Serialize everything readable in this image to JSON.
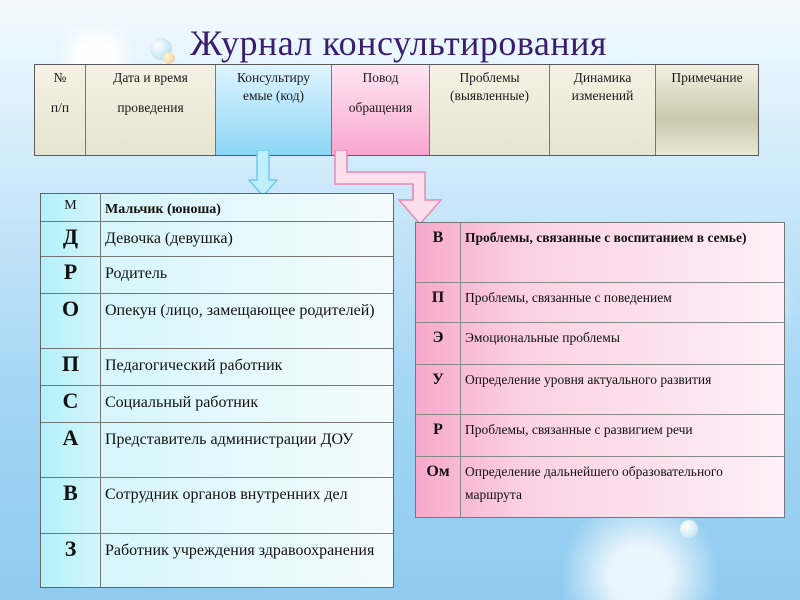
{
  "title": "Журнал консультирования",
  "header": {
    "columns": [
      {
        "lines": [
          "№",
          "п/п"
        ]
      },
      {
        "lines": [
          "Дата и время",
          "проведения"
        ]
      },
      {
        "lines": [
          "Консультиру",
          "емые (код)"
        ]
      },
      {
        "lines": [
          "Повод",
          "обращения"
        ]
      },
      {
        "lines": [
          "Проблемы",
          "(выявленные)"
        ]
      },
      {
        "lines": [
          "Динамика",
          "изменений"
        ]
      },
      {
        "lines": [
          "Примечание"
        ]
      }
    ]
  },
  "left_table": {
    "rows": [
      {
        "code": "М",
        "text": "Мальчик (юноша)"
      },
      {
        "code": "Д",
        "text": "Девочка (девушка)"
      },
      {
        "code": "Р",
        "text": "Родитель"
      },
      {
        "code": "О",
        "text": "Опекун (лицо, замещающее родителей)"
      },
      {
        "code": "П",
        "text": "Педагогический работник"
      },
      {
        "code": "С",
        "text": "Социальный работник"
      },
      {
        "code": "А",
        "text": "Представитель администрации ДОУ"
      },
      {
        "code": "В",
        "text": "Сотрудник органов внутренних дел"
      },
      {
        "code": "З",
        "text": "Работник учреждения здравоохранения"
      }
    ]
  },
  "right_table": {
    "rows": [
      {
        "code": "В",
        "text": "Проблемы, связанные с воспитанием в семье)"
      },
      {
        "code": "П",
        "text": "Проблемы, связанные с поведением"
      },
      {
        "code": "Э",
        "text": "Эмоциональные проблемы"
      },
      {
        "code": "У",
        "text": "Определение уровня актуального развития"
      },
      {
        "code": "Р",
        "text": "Проблемы, связанные с развигием речи"
      },
      {
        "code": "Ом",
        "text": "Определение дальнейшего образовательного маршрута"
      }
    ]
  },
  "colors": {
    "title": "#3a1e6e",
    "consultee_accent": "#8dd6f6",
    "cause_accent": "#f8a7d0"
  }
}
